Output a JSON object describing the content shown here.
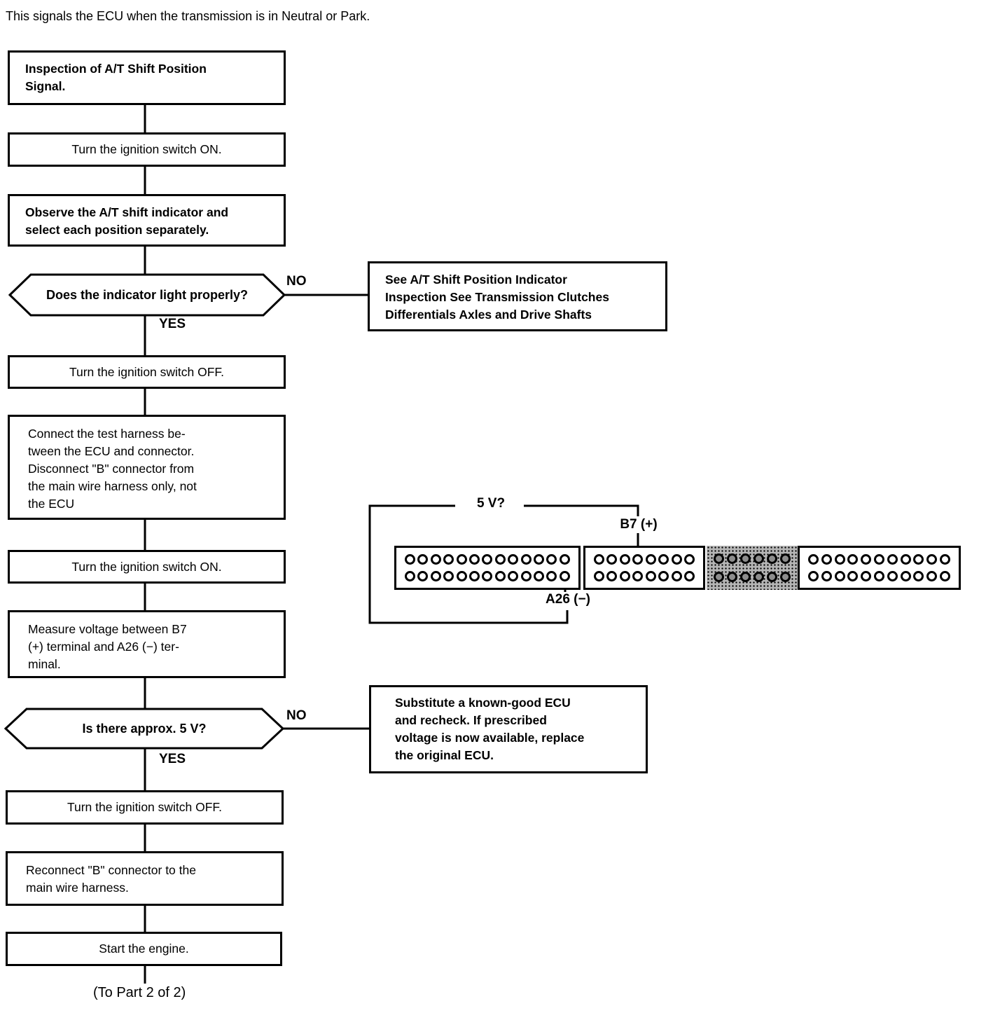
{
  "nodes": {
    "intro": "This signals the ECU when the transmission is in Neutral or Park.",
    "inspection_title": "Inspection of A/T Shift Position\nSignal.",
    "ignition_on_1": "Turn the ignition switch ON.",
    "observe": "Observe the A/T shift indicator and\nselect each position separately.",
    "indicator_question": "Does the indicator light properly?",
    "see_inspection": "See A/T Shift Position Indicator\nInspection See Transmission Clutches\nDifferentials Axles and Drive Shafts",
    "ignition_off_1": "Turn the ignition switch OFF.",
    "connect_harness": "Connect the test harness be-\ntween the ECU and connector.\nDisconnect \"B\" connector from\nthe main wire harness only, not\nthe ECU",
    "ignition_on_2": "Turn the ignition switch ON.",
    "measure_voltage": "Measure voltage between B7\n(+) terminal and A26 (−) ter-\nminal.",
    "voltage_question": "Is there approx. 5 V?",
    "substitute_ecu": "Substitute a known-good ECU\nand recheck. If prescribed\nvoltage is now available, replace\nthe original ECU.",
    "ignition_off_2": "Turn the ignition switch OFF.",
    "reconnect": "Reconnect \"B\" connector to the\nmain wire harness.",
    "start_engine": "Start the engine.",
    "footer": "(To Part 2 of 2)"
  },
  "labels": {
    "yes": "YES",
    "no": "NO"
  },
  "connector": {
    "voltage_label": "5 V?",
    "positive_terminal": "B7 (+)",
    "negative_terminal": "A26 (−)",
    "blocks": [
      {
        "name": "A-left",
        "pins_per_row": 13,
        "rows": 2,
        "shaded": false
      },
      {
        "name": "B",
        "pins_per_row": 8,
        "rows": 2,
        "shaded": false
      },
      {
        "name": "C-shaded",
        "pins_per_row": 6,
        "rows": 2,
        "shaded": true
      },
      {
        "name": "D-right",
        "pins_per_row": 11,
        "rows": 2,
        "shaded": false
      }
    ]
  },
  "colors": {
    "ink": "#000000",
    "paper": "#ffffff",
    "shaded_block": "#b5b5b5"
  }
}
